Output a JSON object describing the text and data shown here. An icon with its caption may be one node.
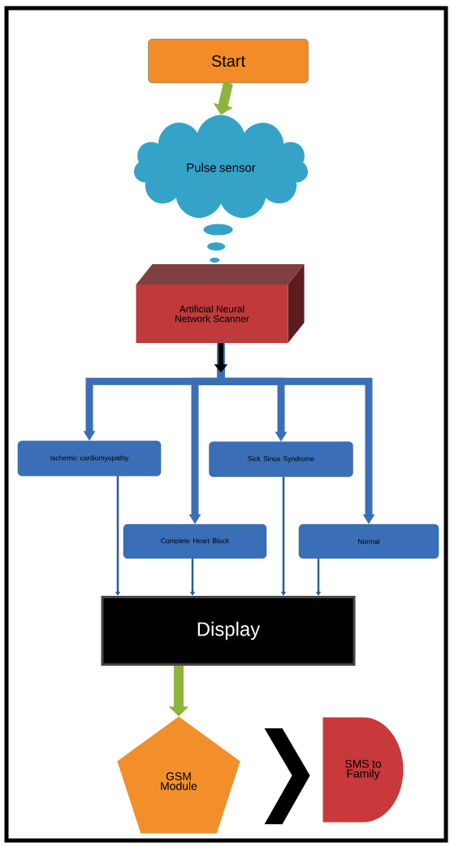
{
  "diagram": {
    "nodes": [
      {
        "text": [
          "Start"
        ]
      },
      {
        "text": [
          "Pulse sensor"
        ]
      },
      {
        "text": [
          "Artificial Neural Network Scanner"
        ]
      },
      {
        "text": [
          "Ischemic cardiomyopathy"
        ]
      },
      {
        "text": [
          "Sick Sinus Syndrome"
        ]
      },
      {
        "text": [
          "Complete Heart Block"
        ]
      },
      {
        "text": [
          "Normal"
        ]
      },
      {
        "text": [
          "Display"
        ]
      },
      {
        "text": [
          "GSM Module"
        ]
      },
      {
        "text": [
          "SMS to Family"
        ]
      }
    ],
    "edges": [
      {
        "from": 0,
        "to": 1,
        "arrow": "to",
        "color": "#8db43c"
      },
      {
        "from": 1,
        "to": 2,
        "arrow": "none",
        "style": "dashed",
        "color": "#35a3c8"
      },
      {
        "from": 2,
        "to": 3,
        "arrow": "to",
        "color": "#3a6fb8"
      },
      {
        "from": 2,
        "to": 4,
        "arrow": "to",
        "color": "#3a6fb8"
      },
      {
        "from": 2,
        "to": 5,
        "arrow": "to",
        "color": "#3a6fb8"
      },
      {
        "from": 2,
        "to": 6,
        "arrow": "to",
        "color": "#3a6fb8"
      },
      {
        "from": 3,
        "to": 7,
        "arrow": "to",
        "color": "#2f5a96"
      },
      {
        "from": 4,
        "to": 7,
        "arrow": "to",
        "color": "#2f5a96"
      },
      {
        "from": 5,
        "to": 7,
        "arrow": "to",
        "color": "#2f5a96"
      },
      {
        "from": 6,
        "to": 7,
        "arrow": "to",
        "color": "#2f5a96"
      },
      {
        "from": 7,
        "to": 8,
        "arrow": "to",
        "color": "#8db43c"
      },
      {
        "from": 8,
        "to": 9,
        "arrow": "to",
        "color": "#000000"
      }
    ]
  }
}
